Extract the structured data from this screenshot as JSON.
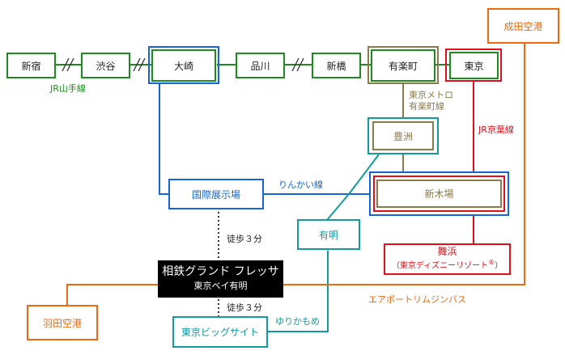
{
  "stations": {
    "shinjuku": "新宿",
    "shibuya": "渋谷",
    "osaki": "大崎",
    "shinagawa": "品川",
    "shimbashi": "新橋",
    "yurakucho": "有楽町",
    "tokyo": "東京",
    "narita": "成田空港",
    "toyosu": "豊洲",
    "shinkiba": "新木場",
    "kokusai_tenjijo": "国際展示場",
    "ariake": "有明",
    "maihama": "舞浜",
    "maihama_note": "（東京ディズニーリゾート",
    "maihama_mark": "®",
    "maihama_close": "）",
    "haneda": "羽田空港",
    "big_sight": "東京ビッグサイト"
  },
  "hotel": {
    "name": "相鉄グランド フレッサ",
    "sub": "東京ベイ有明"
  },
  "lines": {
    "yamanote": "JR山手線",
    "yurakucho_line_1": "東京メトロ",
    "yurakucho_line_2": "有楽町線",
    "keiyo": "JR京葉線",
    "rinkai": "りんかい線",
    "yurikamome": "ゆりかもめ",
    "airport_bus": "エアポートリムジンバス"
  },
  "walks": {
    "walk_upper": "徒歩３分",
    "walk_lower": "徒歩３分"
  },
  "colors": {
    "jr_green": "#1f8a1f",
    "rinkai_blue": "#1565d8",
    "metro_brown": "#8b7a4a",
    "keiyo_red": "#e0101a",
    "yurikamome_teal": "#139aa0",
    "bus_orange": "#ee6a10",
    "hotel_black": "#000000"
  }
}
